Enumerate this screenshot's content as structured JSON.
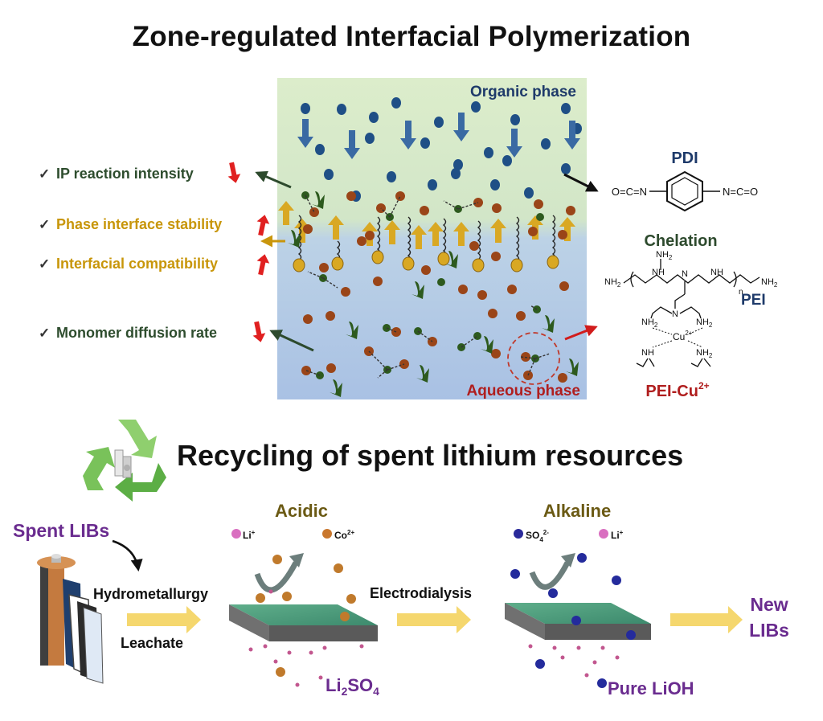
{
  "titles": {
    "top": "Zone-regulated Interfacial Polymerization",
    "bottom": "Recycling of spent lithium resources"
  },
  "phases": {
    "organic": "Organic phase",
    "aqueous": "Aqueous phase"
  },
  "effects": [
    {
      "label": "IP reaction intensity",
      "direction": "down",
      "color": "#2e4d2e"
    },
    {
      "label": "Phase interface stability",
      "direction": "up",
      "color": "#c8960a"
    },
    {
      "label": "Interfacial compatibility",
      "direction": "up",
      "color": "#c8960a"
    },
    {
      "label": "Monomer diffusion rate",
      "direction": "down",
      "color": "#2e4d2e"
    }
  ],
  "check_mark": "✓",
  "chemistry": {
    "pdi_label": "PDI",
    "pdi_left": "O=C=N",
    "pdi_right": "N=C=O",
    "chelation_label": "Chelation",
    "pei_label": "PEI",
    "pei_cu_label": "PEI-Cu",
    "pei_cu_charge": "2+",
    "nh2": "NH",
    "nh2_sub": "2",
    "nh": "NH",
    "n": "N",
    "n_sub": "n",
    "cu": "Cu",
    "cu_charge": "2+"
  },
  "process": {
    "spent_libs": "Spent LIBs",
    "hydrometallurgy": "Hydrometallurgy",
    "leachate": "Leachate",
    "acidic": "Acidic",
    "li_ion": "Li",
    "li_ion_charge": "+",
    "co_ion": "Co",
    "co_ion_charge": "2+",
    "li2so4_li": "Li",
    "li2so4_sub1": "2",
    "li2so4_so": "SO",
    "li2so4_sub2": "4",
    "electrodialysis": "Electrodialysis",
    "alkaline": "Alkaline",
    "so4_ion": "SO",
    "so4_sub": "4",
    "so4_charge": "2-",
    "li_ion2": "Li",
    "li_ion2_charge": "+",
    "pure_lioh": "Pure LiOH",
    "new_libs_line1": "New",
    "new_libs_line2": "LIBs"
  },
  "colors": {
    "organic_bg": "#dbeccb",
    "aqueous_bg": "#b8cde8",
    "blue_dot": "#1f4f86",
    "brown_dot": "#9a4518",
    "green_dot": "#2d5a1e",
    "gold": "#d9a823",
    "red_arrow": "#e02020",
    "purple_text": "#6a2c8f",
    "olive_text": "#6b5a14",
    "red_text": "#b01e1e",
    "navy_text": "#1e3a6a",
    "arrow_yellow": "#f5d76e"
  },
  "icons": [
    "recycle-icon",
    "battery-icon",
    "membrane-icon",
    "check-icon"
  ]
}
